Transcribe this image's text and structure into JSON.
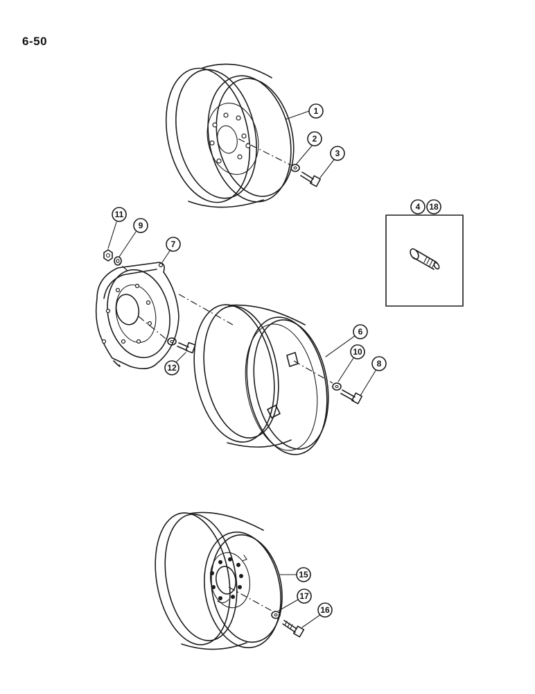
{
  "page": {
    "number": "6-50"
  },
  "callouts": {
    "c1": "1",
    "c2": "2",
    "c3": "3",
    "c4": "4",
    "c18": "18",
    "c6": "6",
    "c7": "7",
    "c8": "8",
    "c9": "9",
    "c10": "10",
    "c11": "11",
    "c12": "12",
    "c15": "15",
    "c16": "16",
    "c17": "17"
  }
}
